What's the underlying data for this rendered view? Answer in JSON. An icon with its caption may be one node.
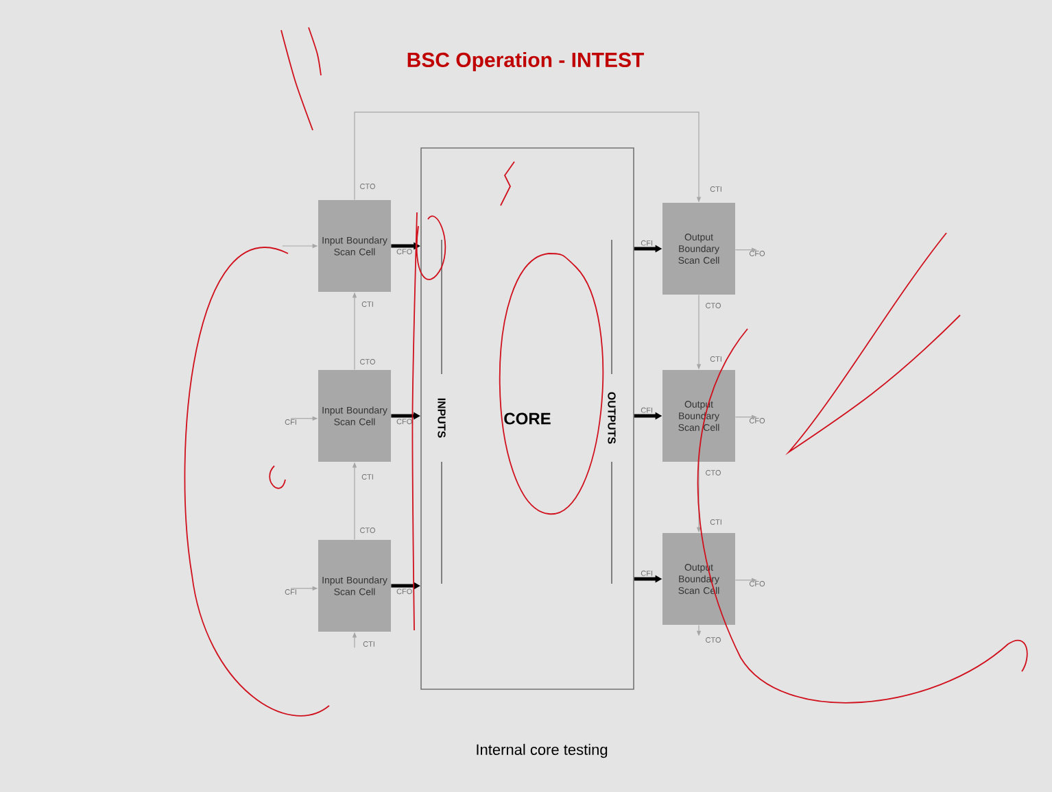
{
  "diagram": {
    "title": "BSC Operation - INTEST",
    "caption": "Internal core testing",
    "nodes": [
      {
        "text": [
          "CORE"
        ]
      },
      {
        "text": [
          "INPUTS"
        ],
        "in": 0
      },
      {
        "text": [
          "OUTPUTS"
        ],
        "in": 0
      },
      {
        "text": [
          "Input Boundary Scan Cell"
        ]
      },
      {
        "text": [
          "Input Boundary Scan Cell"
        ]
      },
      {
        "text": [
          "Input Boundary Scan Cell"
        ]
      },
      {
        "text": [
          "Output Boundary Scan Cell"
        ]
      },
      {
        "text": [
          "Output Boundary Scan Cell"
        ]
      },
      {
        "text": [
          "Output Boundary Scan Cell"
        ]
      },
      {
        "text": [
          "CFI"
        ]
      },
      {
        "text": [
          "CFI"
        ]
      },
      {
        "text": [
          "CFO"
        ]
      },
      {
        "text": [
          "CFO"
        ]
      },
      {
        "text": [
          "CFO"
        ]
      },
      {
        "text": [
          "CTI"
        ]
      },
      {
        "text": [
          "CTO"
        ]
      }
    ],
    "edges": [
      {
        "from": 3,
        "to": 0,
        "arrow": "to",
        "label": "CFO",
        "style": "thick",
        "color": "#000000"
      },
      {
        "from": 4,
        "to": 0,
        "arrow": "to",
        "label": "CFO",
        "style": "thick",
        "color": "#000000"
      },
      {
        "from": 5,
        "to": 0,
        "arrow": "to",
        "label": "CFO",
        "style": "thick",
        "color": "#000000"
      },
      {
        "from": 0,
        "to": 6,
        "arrow": "to",
        "label": "CFI",
        "style": "thick",
        "color": "#000000"
      },
      {
        "from": 0,
        "to": 7,
        "arrow": "to",
        "label": "CFI",
        "style": "thick",
        "color": "#000000"
      },
      {
        "from": 0,
        "to": 8,
        "arrow": "to",
        "label": "CFI",
        "style": "thick",
        "color": "#000000"
      },
      {
        "from": 3,
        "to": 6,
        "arrow": "to"
      },
      {
        "from": 4,
        "to": 3,
        "arrow": "to"
      },
      {
        "from": 5,
        "to": 4,
        "arrow": "to"
      },
      {
        "from": 14,
        "to": 5,
        "arrow": "to"
      },
      {
        "from": 6,
        "to": 7,
        "arrow": "to"
      },
      {
        "from": 7,
        "to": 8,
        "arrow": "to"
      },
      {
        "from": 8,
        "to": 15,
        "arrow": "to"
      },
      {
        "from": null,
        "to": 3,
        "arrow": "to"
      },
      {
        "from": 9,
        "to": 4,
        "arrow": "to"
      },
      {
        "from": 10,
        "to": 5,
        "arrow": "to"
      },
      {
        "from": 6,
        "to": 11,
        "arrow": "to"
      },
      {
        "from": 7,
        "to": 12,
        "arrow": "to"
      },
      {
        "from": 8,
        "to": 13,
        "arrow": "to"
      }
    ],
    "labels": [
      "CTO",
      "CTI",
      "CTO",
      "CTI",
      "CTO",
      "CTI",
      "CTO",
      "CTI",
      "CTO",
      "CTI"
    ]
  }
}
